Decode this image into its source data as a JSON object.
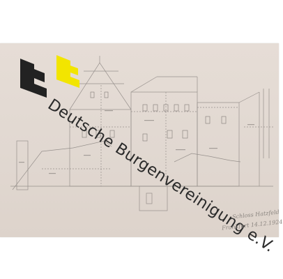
{
  "image": {
    "watermark_text": "Deutsche Burgenvereinigung e.V.",
    "logo_label": "Deutsche Burgenvereinigung logo",
    "handwriting": [
      "Schloss Hatzfeld",
      "Frankfurt 14.12.1924"
    ],
    "colors": {
      "paper": "#e3dad3",
      "pencil": "#8a8480",
      "logo_dark": "#222222",
      "logo_yellow": "#f2e500",
      "watermark": "#2a2a2a"
    }
  }
}
